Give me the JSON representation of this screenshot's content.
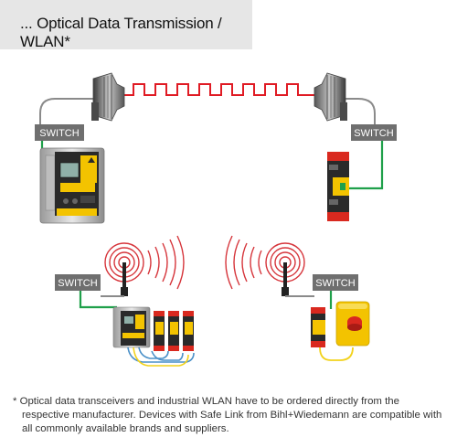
{
  "title": "... Optical Data Transmission / WLAN*",
  "switch_label": "SWITCH",
  "footnote": "* Optical data transceivers and industrial WLAN have to be ordered directly from the respective manufacturer. Devices with Safe Link from Bihl+Wiedemann are compatible with all commonly available brands and suppliers.",
  "colors": {
    "optical_signal": "#e01b24",
    "ethernet_cable": "#1fa04a",
    "bus_cable_blue": "#4a90c8",
    "bus_cable_yellow": "#f2d21b",
    "switch_box": "#6f6f6f",
    "device_yellow": "#f3c300",
    "device_dark": "#2a2a2a",
    "emergency_stop_red": "#d9291f"
  },
  "icons": [
    "optical-transceiver-icon",
    "wlan-antenna-icon",
    "gateway-device-icon",
    "safety-module-icon",
    "emergency-stop-icon"
  ]
}
